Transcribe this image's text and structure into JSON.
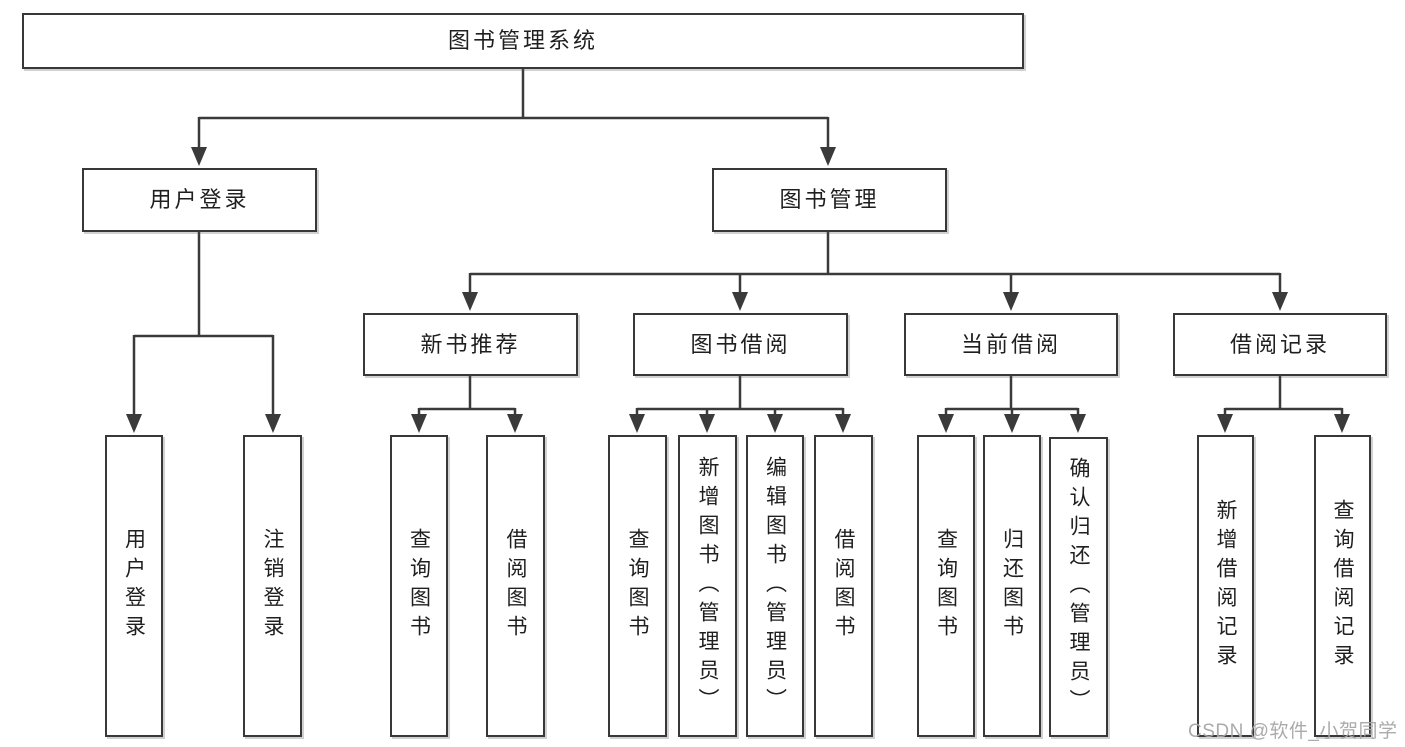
{
  "colors": {
    "line": "#3a3a3a",
    "box_border": "#383838",
    "text": "#1f1f1f",
    "background": "#ffffff",
    "watermark": "#a6a6a6"
  },
  "watermark": "CSDN @软件_小贺同学",
  "tree": {
    "root": {
      "label": "图书管理系统"
    },
    "branches": [
      {
        "label": "用户登录",
        "children": [
          {
            "label": "用户登录"
          },
          {
            "label": "注销登录"
          }
        ]
      },
      {
        "label": "图书管理",
        "children": [
          {
            "label": "新书推荐",
            "children": [
              {
                "label": "查询图书"
              },
              {
                "label": "借阅图书"
              }
            ]
          },
          {
            "label": "图书借阅",
            "children": [
              {
                "label": "查询图书"
              },
              {
                "label": "新增图书（管理员）"
              },
              {
                "label": "编辑图书（管理员）"
              },
              {
                "label": "借阅图书"
              }
            ]
          },
          {
            "label": "当前借阅",
            "children": [
              {
                "label": "查询图书"
              },
              {
                "label": "归还图书"
              },
              {
                "label": "确认归还（管理员）"
              }
            ]
          },
          {
            "label": "借阅记录",
            "children": [
              {
                "label": "新增借阅记录"
              },
              {
                "label": "查询借阅记录"
              }
            ]
          }
        ]
      }
    ]
  }
}
